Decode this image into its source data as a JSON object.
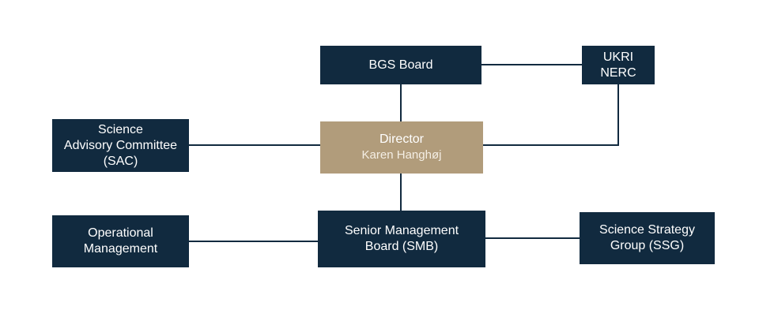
{
  "colors": {
    "navy": "#112a3f",
    "gold": "#b19c7b",
    "line": "#112a3f"
  },
  "nodes": {
    "bgs_board": {
      "lines": [
        "BGS Board"
      ]
    },
    "ukri_nerc": {
      "lines": [
        "UKRI",
        "NERC"
      ]
    },
    "director": {
      "title": "Director",
      "name": "Karen Hanghøj"
    },
    "sac": {
      "lines": [
        "Science",
        "Advisory Committee",
        "(SAC)"
      ]
    },
    "smb": {
      "lines": [
        "Senior Management",
        "Board (SMB)"
      ]
    },
    "operational": {
      "lines": [
        "Operational",
        "Management"
      ]
    },
    "ssg": {
      "lines": [
        "Science Strategy",
        "Group (SSG)"
      ]
    }
  }
}
